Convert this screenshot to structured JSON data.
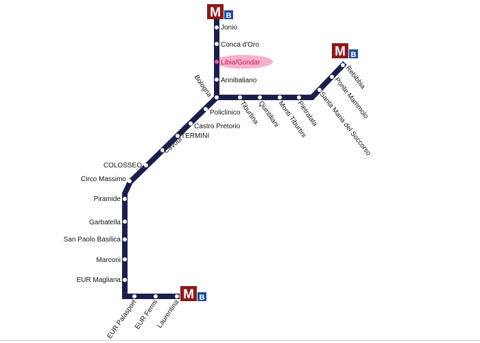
{
  "line": {
    "color": "#1b1f4b",
    "highlight_color": "#f4a3c6",
    "highlight_text_color": "#c2185b",
    "logo": {
      "letter": "M",
      "line_letter": "B",
      "letter_bg": "#8b1a1a",
      "line_letter_bg": "#1f4e9c"
    }
  },
  "stations": {
    "jonio": "Jonio",
    "conca_doro": "Conca d'Oro",
    "libia_gondar": "Libia/Gondar",
    "annibaliano": "Annibaliano",
    "bologna": "Bologna",
    "policlinico": "Policlinico",
    "castro_pretorio": "Castro Pretorio",
    "termini": "TERMINI",
    "cavour": "Cavour",
    "colosseo": "COLOSSEO",
    "circo_massimo": "Circo Massimo",
    "piramide": "Piramide",
    "garbatella": "Garbatella",
    "san_paolo": "San Paolo Basilica",
    "marconi": "Marconi",
    "eur_magliana": "EUR Magliana",
    "eur_palasport": "EUR Palasport",
    "eur_fermi": "EUR Fermi",
    "laurentina": "Laurentina",
    "tiburtina": "Tiburtina",
    "quintiliani": "Quintiliani",
    "monti_tiburtini": "Monti Tiburtini",
    "pietralata": "Pietralata",
    "santa_maria": "Santa Maria del Soccorso",
    "ponte_mammolo": "Ponte Mammolo",
    "rebibbia": "Rebibbia"
  },
  "highlighted_station": "libia_gondar"
}
